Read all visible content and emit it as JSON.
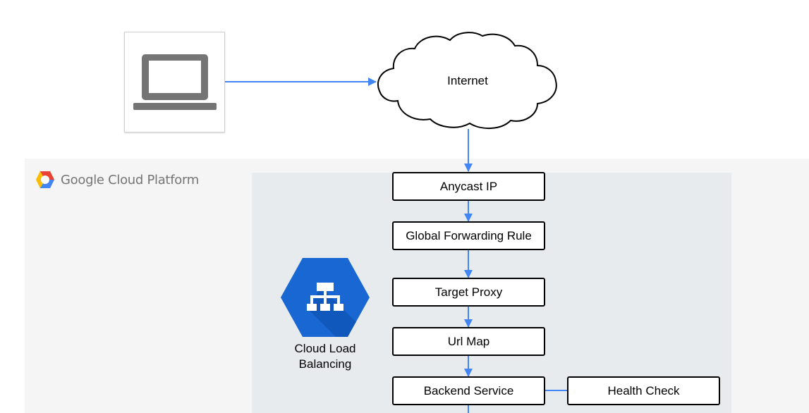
{
  "brand": {
    "google": "Google",
    "product": "Cloud Platform"
  },
  "internet_label": "Internet",
  "lb_label_line1": "Cloud Load",
  "lb_label_line2": "Balancing",
  "nodes": {
    "anycast": "Anycast IP",
    "forwarding": "Global Forwarding Rule",
    "proxy": "Target Proxy",
    "urlmap": "Url Map",
    "backend": "Backend Service",
    "health": "Health Check"
  },
  "colors": {
    "arrow": "#4285f4",
    "hex_icon": "#1967d2",
    "panel_outer": "#f5f5f5",
    "panel_inner": "#e8ebee"
  },
  "icons": {
    "client": "laptop-icon",
    "network": "cloud-shape",
    "service": "load-balancer-hexagon-icon"
  }
}
